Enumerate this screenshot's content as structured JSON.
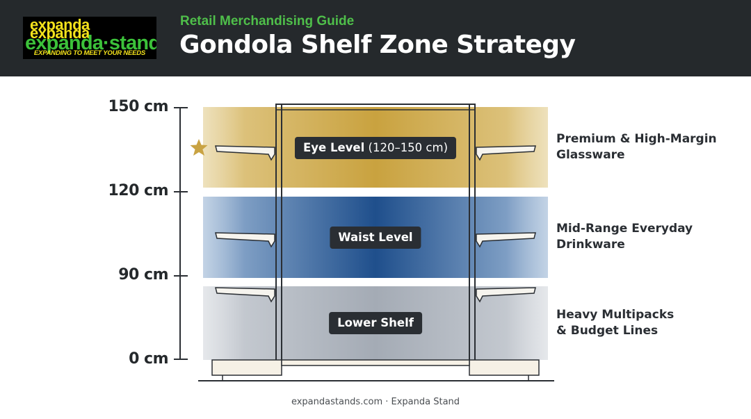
{
  "logo": {
    "line1": "expanda",
    "line2": "expanda·stand",
    "tagline": "EXPANDING TO MEET YOUR NEEDS"
  },
  "header": {
    "subtitle": "Retail Merchandising Guide",
    "title": "Gondola Shelf Zone Strategy"
  },
  "axis": {
    "labels": [
      "150 cm",
      "120 cm",
      "90 cm",
      "0 cm"
    ]
  },
  "zones": [
    {
      "label": "Eye Level",
      "range": "(120–150 cm)",
      "description_line1": "Premium & High-Margin",
      "description_line2": "Glassware",
      "color": "#d9b65a",
      "marker_icon": "star-icon"
    },
    {
      "label": "Waist Level",
      "description_line1": "Mid-Range Everyday",
      "description_line2": "Drinkware",
      "color": "#3f6fa6"
    },
    {
      "label": "Lower Shelf",
      "description_line1": "Heavy Multipacks",
      "description_line2": "& Budget Lines",
      "color": "#a9afb8"
    }
  ],
  "footer": {
    "text": "expandastands.com · Expanda Stand"
  },
  "colors": {
    "header_bg": "#25292c",
    "subtitle_green": "#4fbf4a",
    "star_gold": "#c9a343",
    "label_bg": "#2a2e33"
  }
}
